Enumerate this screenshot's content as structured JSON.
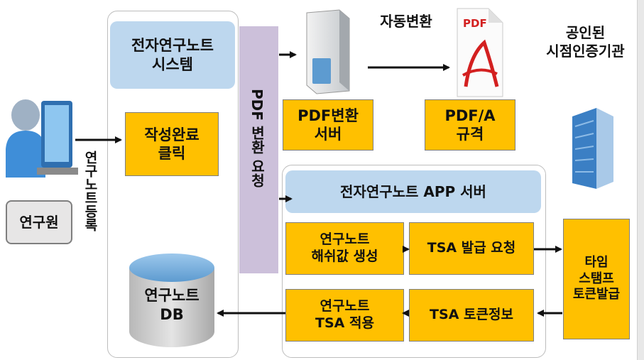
{
  "researcher": {
    "label": "연구원"
  },
  "note_registration": {
    "label": "연구노트등록"
  },
  "eln_system": {
    "title": "전자연구노트\n시스템",
    "complete_click": "작성완료\n클릭"
  },
  "note_db": {
    "label": "연구노트\nDB"
  },
  "pdf_request": {
    "label": "PDF 변환 요청"
  },
  "auto_convert": {
    "label": "자동변환"
  },
  "pdf_server": {
    "label": "PDF변환\n서버"
  },
  "pdf_icon": {
    "text": "PDF"
  },
  "pdfa_standard": {
    "label": "PDF/A\n규격"
  },
  "authority": {
    "label": "공인된\n시점인증기관"
  },
  "app_server": {
    "title": "전자연구노트 APP 서버",
    "hash": "연구노트\n해쉬값 생성",
    "tsa_request": "TSA 발급 요청",
    "tsa_token": "TSA 토큰정보",
    "tsa_apply": "연구노트\nTSA 적용"
  },
  "timestamp": {
    "label": "타임\n스탬프\n토큰발급"
  },
  "colors": {
    "orange": "#ffc000",
    "light_blue": "#bdd7ee",
    "purple": "#ccc0da"
  }
}
